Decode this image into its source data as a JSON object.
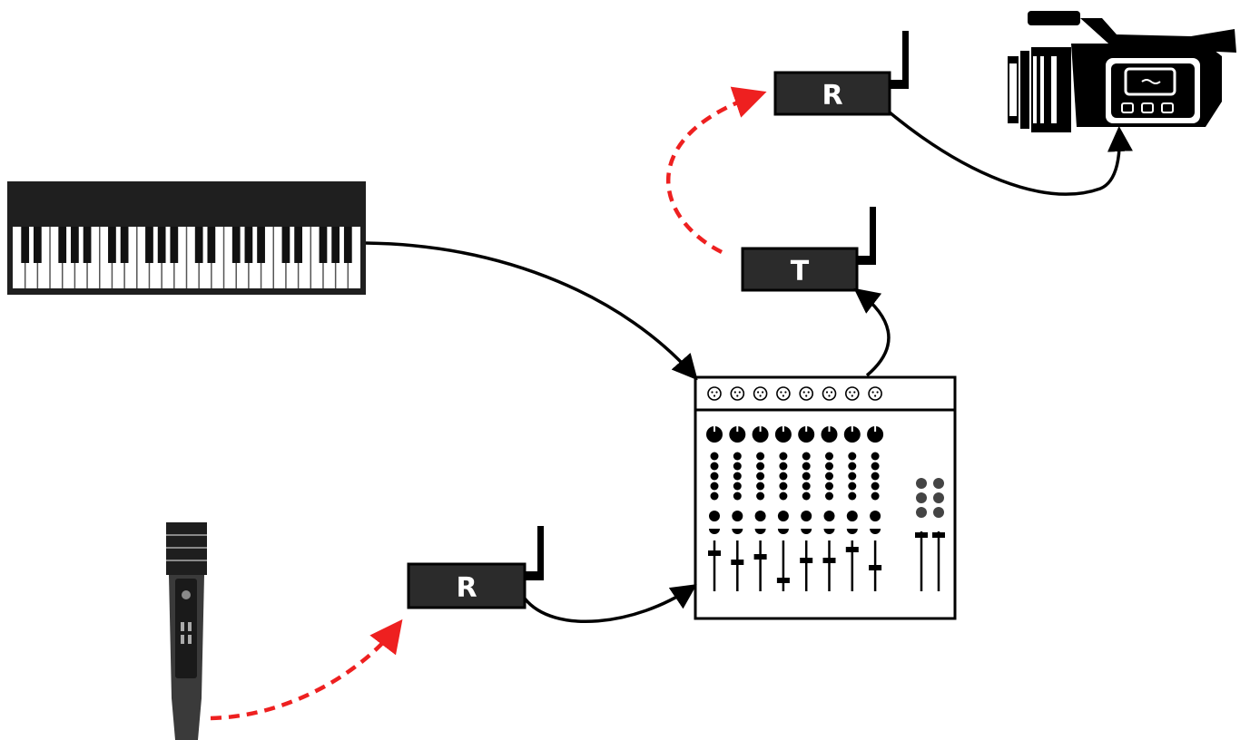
{
  "units": {
    "receiver_mic": {
      "label": "R"
    },
    "transmitter": {
      "label": "T"
    },
    "receiver_camera": {
      "label": "R"
    }
  },
  "devices": {
    "keyboard": {
      "icon": "keyboard-icon"
    },
    "microphone": {
      "icon": "wireless-microphone-icon"
    },
    "mixer": {
      "icon": "mixer-icon",
      "channels": 8
    },
    "camera": {
      "icon": "video-camera-icon"
    }
  },
  "connections": {
    "wired": [
      {
        "from": "keyboard",
        "to": "mixer"
      },
      {
        "from": "receiver_mic",
        "to": "mixer"
      },
      {
        "from": "mixer",
        "to": "transmitter"
      },
      {
        "from": "receiver_camera",
        "to": "camera"
      }
    ],
    "wireless": [
      {
        "from": "microphone",
        "to": "receiver_mic"
      },
      {
        "from": "transmitter",
        "to": "receiver_camera"
      }
    ]
  },
  "colors": {
    "wired": "#000000",
    "wireless": "#ee2020",
    "unit_box": "#2b2b2b",
    "device": "#000000"
  }
}
